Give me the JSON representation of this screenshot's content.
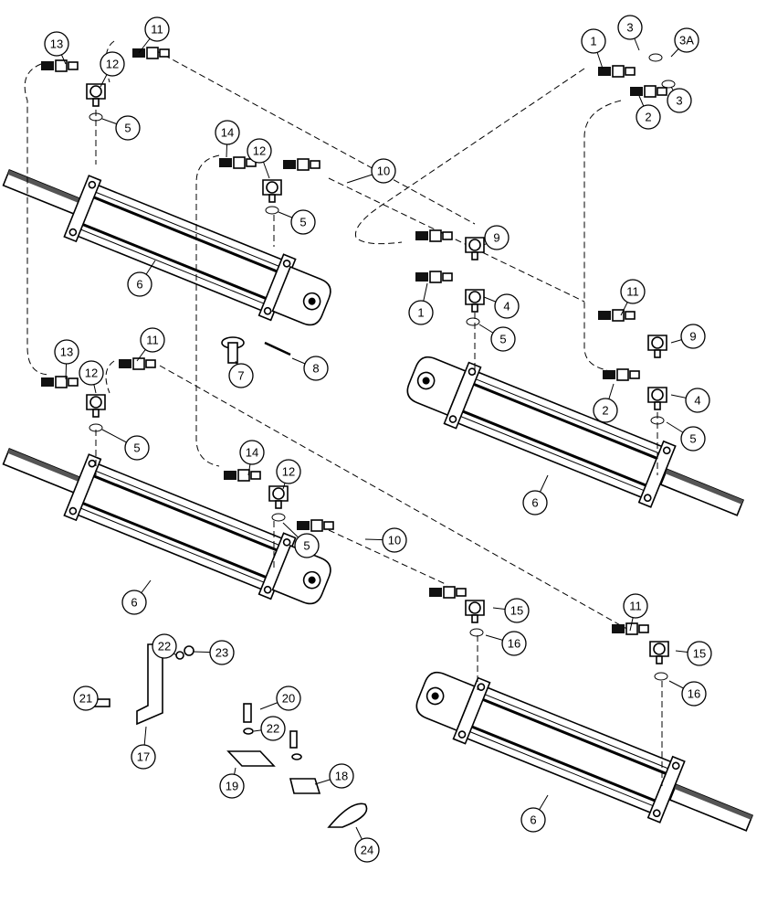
{
  "callouts": [
    {
      "id": "c13a",
      "label": "13"
    },
    {
      "id": "c11a",
      "label": "11"
    },
    {
      "id": "c12a",
      "label": "12"
    },
    {
      "id": "c5a",
      "label": "5"
    },
    {
      "id": "c1a",
      "label": "1"
    },
    {
      "id": "c3a",
      "label": "3"
    },
    {
      "id": "c3A",
      "label": "3A"
    },
    {
      "id": "c2a",
      "label": "2"
    },
    {
      "id": "c3b",
      "label": "3"
    },
    {
      "id": "c14a",
      "label": "14"
    },
    {
      "id": "c12b",
      "label": "12"
    },
    {
      "id": "c5b",
      "label": "5"
    },
    {
      "id": "c10a",
      "label": "10"
    },
    {
      "id": "c9a",
      "label": "9"
    },
    {
      "id": "c6a",
      "label": "6"
    },
    {
      "id": "c1b",
      "label": "1"
    },
    {
      "id": "c4a",
      "label": "4"
    },
    {
      "id": "c5c",
      "label": "5"
    },
    {
      "id": "c11b",
      "label": "11"
    },
    {
      "id": "c9b",
      "label": "9"
    },
    {
      "id": "c7",
      "label": "7"
    },
    {
      "id": "c8",
      "label": "8"
    },
    {
      "id": "c13b",
      "label": "13"
    },
    {
      "id": "c11c",
      "label": "11"
    },
    {
      "id": "c12c",
      "label": "12"
    },
    {
      "id": "c5d",
      "label": "5"
    },
    {
      "id": "c2b",
      "label": "2"
    },
    {
      "id": "c4b",
      "label": "4"
    },
    {
      "id": "c5e",
      "label": "5"
    },
    {
      "id": "c6b",
      "label": "6"
    },
    {
      "id": "c14b",
      "label": "14"
    },
    {
      "id": "c12d",
      "label": "12"
    },
    {
      "id": "c5f",
      "label": "5"
    },
    {
      "id": "c10b",
      "label": "10"
    },
    {
      "id": "c6c",
      "label": "6"
    },
    {
      "id": "c15a",
      "label": "15"
    },
    {
      "id": "c16a",
      "label": "16"
    },
    {
      "id": "c11d",
      "label": "11"
    },
    {
      "id": "c15b",
      "label": "15"
    },
    {
      "id": "c16b",
      "label": "16"
    },
    {
      "id": "c22a",
      "label": "22"
    },
    {
      "id": "c23",
      "label": "23"
    },
    {
      "id": "c21",
      "label": "21"
    },
    {
      "id": "c17",
      "label": "17"
    },
    {
      "id": "c20",
      "label": "20"
    },
    {
      "id": "c22b",
      "label": "22"
    },
    {
      "id": "c19",
      "label": "19"
    },
    {
      "id": "c18",
      "label": "18"
    },
    {
      "id": "c24",
      "label": "24"
    },
    {
      "id": "c6d",
      "label": "6"
    }
  ]
}
